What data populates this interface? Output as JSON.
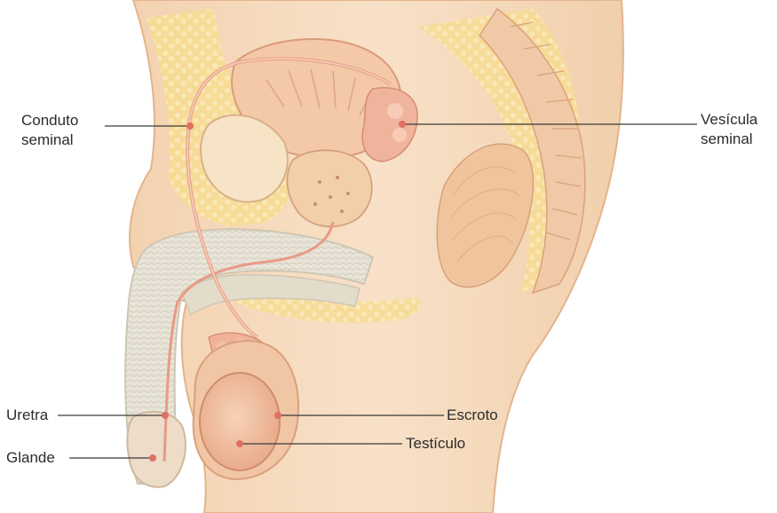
{
  "labels": {
    "conduto_seminal": {
      "line1": "Conduto",
      "line2": "seminal"
    },
    "vesicula_seminal": {
      "line1": "Vesícula",
      "line2": "seminal"
    },
    "uretra": "Uretra",
    "glande": "Glande",
    "escroto": "Escroto",
    "testiculo": "Testículo"
  },
  "colors": {
    "skin": "#f6dcc0",
    "skin_shadow": "#eab98f",
    "fat": "#f5dc8c",
    "tissue": "#f0b89a",
    "vessel": "#e2897a",
    "spongy": "#e4e0d4",
    "leader_line": "#3a3a3a",
    "label_text": "#2b2b2b"
  }
}
